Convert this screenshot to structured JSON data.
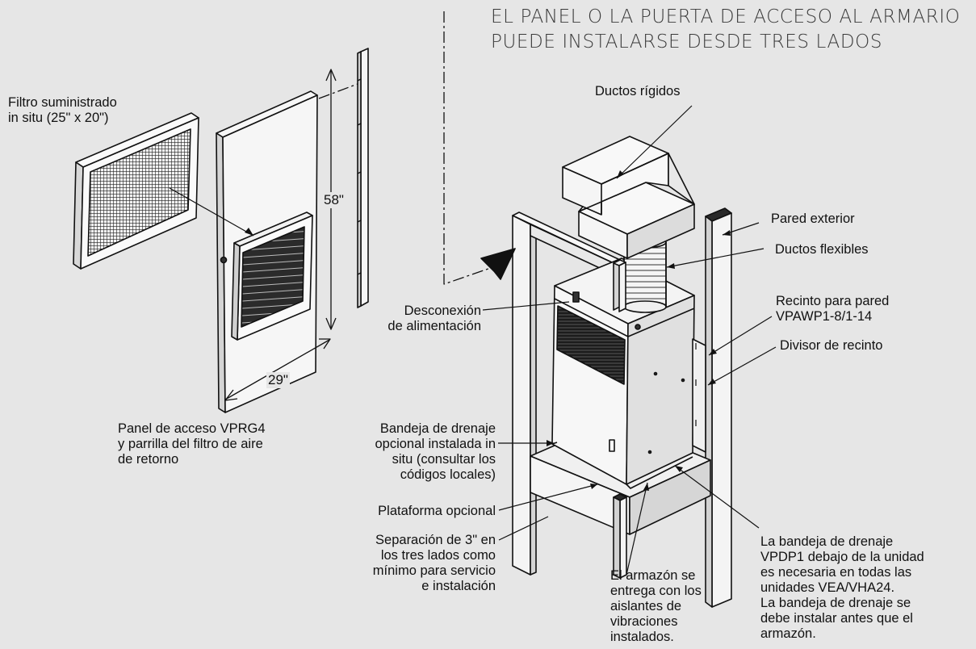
{
  "title": {
    "line1": "EL PANEL O LA PUERTA DE ACCESO AL ARMARIO",
    "line2": "PUEDE INSTALARSE DESDE TRES LADOS"
  },
  "labels": {
    "filter": [
      "Filtro suministrado",
      "in situ (25\" x 20\")"
    ],
    "dim_height": "58\"",
    "dim_width": "29\"",
    "access_panel": [
      "Panel de acceso VPRG4",
      "y parrilla del filtro de aire",
      "de retorno"
    ],
    "rigid_ducts": "Ductos rígidos",
    "exterior_wall": "Pared exterior",
    "flex_ducts": "Ductos flexibles",
    "power_disconnect": [
      "Desconexión",
      "de alimentación"
    ],
    "wall_enclosure": [
      "Recinto para pared",
      "VPAWP1-8/1-14"
    ],
    "enclosure_divider": "Divisor de recinto",
    "drain_pan_optional": [
      "Bandeja de drenaje",
      "opcional instalada in",
      "situ (consultar los",
      "códigos locales)"
    ],
    "platform": "Plataforma opcional",
    "clearance": [
      "Separación de 3\" en",
      "los tres lados como",
      "mínimo para servicio",
      "e instalación"
    ],
    "frame": [
      "El armazón se",
      "entrega con los",
      "aislantes de",
      "vibraciones",
      "instalados."
    ],
    "drain_pan_required": [
      "La bandeja de drenaje",
      "VPDP1 debajo de la unidad",
      "es necesaria en todas las",
      "unidades VEA/VHA24.",
      "La bandeja de drenaje se",
      "debe instalar antes que el",
      "armazón."
    ]
  },
  "colors": {
    "background": "#e6e6e6",
    "line": "#111111",
    "face_light": "#f3f3f3",
    "face_mid": "#d4d4d4",
    "face_dark": "#2a2a2a"
  }
}
